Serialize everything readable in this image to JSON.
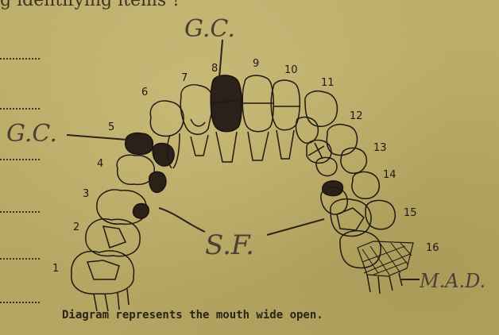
{
  "header": {
    "fragment": "g identifying items ?"
  },
  "diagram": {
    "tooth_numbers": [
      "1",
      "2",
      "3",
      "4",
      "5",
      "6",
      "7",
      "8",
      "9",
      "10",
      "11",
      "12",
      "13",
      "14",
      "15",
      "16"
    ],
    "annotations": {
      "gc_top": "G.C.",
      "gc_left": "G.C.",
      "sf": "S.F.",
      "mad": "M.A.D."
    },
    "caption": "Diagram represents the mouth wide open."
  }
}
